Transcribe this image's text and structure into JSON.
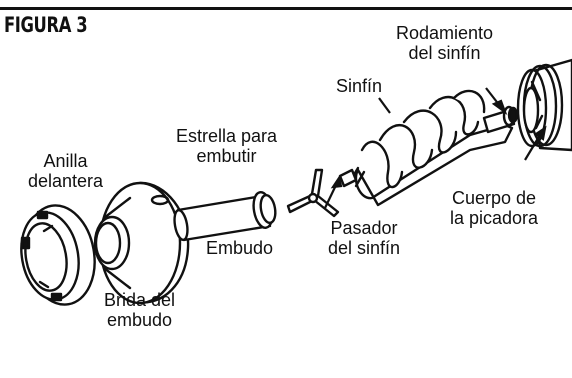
{
  "figure": {
    "title": "FIGURA 3",
    "labels": {
      "anilla": [
        "Anilla",
        "delantera"
      ],
      "brida": [
        "Brida del",
        "embudo"
      ],
      "embudo": "Embudo",
      "estrella": [
        "Estrella para",
        "embutir"
      ],
      "pasador": [
        "Pasador",
        "del sinfín"
      ],
      "sinfin": "Sinfín",
      "rodamiento": [
        "Rodamiento",
        "del sinfín"
      ],
      "cuerpo": [
        "Cuerpo de",
        "la picadora"
      ]
    }
  }
}
